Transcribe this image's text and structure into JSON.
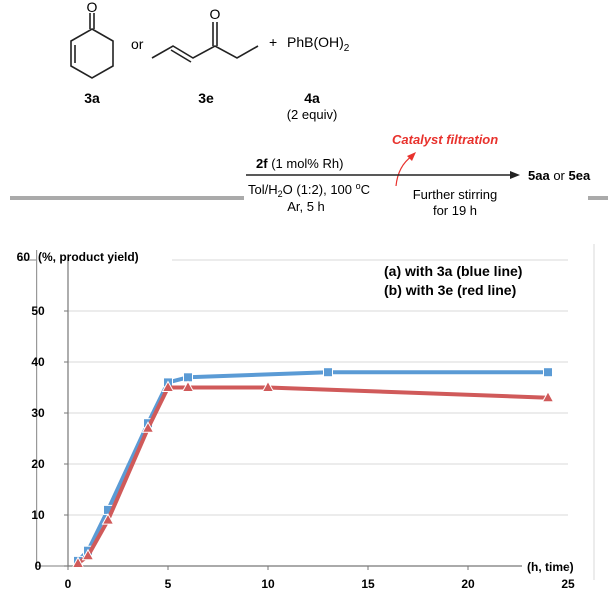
{
  "scheme": {
    "or_text": "or",
    "plus_text": "+",
    "reagent_text": "PhB(OH)",
    "reagent_sub": "2",
    "o_label": "O",
    "label_3a": "3a",
    "label_3e": "3e",
    "label_4a": "4a",
    "equiv_text": "(2 equiv)",
    "filtration_text": "Catalyst filtration",
    "cat_bold": "2f",
    "cat_rest": "(1 mol% Rh)",
    "cond1_a": "Tol/H",
    "cond1_sub": "2",
    "cond1_b": "O (1:2), 100 ",
    "cond1_sup": "o",
    "cond1_c": "C",
    "cond2": "Ar, 5 h",
    "further1": "Further stirring",
    "further2": "for 19 h",
    "prod_a": "5aa",
    "prod_or": "or",
    "prod_b": "5ea",
    "accent_red": "#e8322d"
  },
  "chart_data": {
    "type": "line",
    "title_lines": [
      "(a) with 3a (blue line)",
      "(b) with 3e (red line)"
    ],
    "ylabel": "(%, product yield)",
    "xlabel": "(h, time)",
    "xlim": [
      0,
      25
    ],
    "ylim": [
      0,
      60
    ],
    "xticks": [
      0,
      5,
      10,
      15,
      20,
      25
    ],
    "yticks": [
      0,
      10,
      20,
      30,
      40,
      50
    ],
    "ytop_label": "60",
    "grid": true,
    "series": [
      {
        "color": "#5b9bd5",
        "marker": "square",
        "points": [
          [
            0.5,
            1
          ],
          [
            1,
            3
          ],
          [
            2,
            11
          ],
          [
            4,
            28
          ],
          [
            5,
            36
          ],
          [
            6,
            37
          ],
          [
            13,
            38
          ],
          [
            24,
            38
          ]
        ]
      },
      {
        "color": "#d05a5a",
        "marker": "triangle",
        "points": [
          [
            0.5,
            0.5
          ],
          [
            1,
            2
          ],
          [
            2,
            9
          ],
          [
            4,
            27
          ],
          [
            5,
            35
          ],
          [
            6,
            35
          ],
          [
            10,
            35
          ],
          [
            24,
            33
          ]
        ]
      }
    ]
  }
}
